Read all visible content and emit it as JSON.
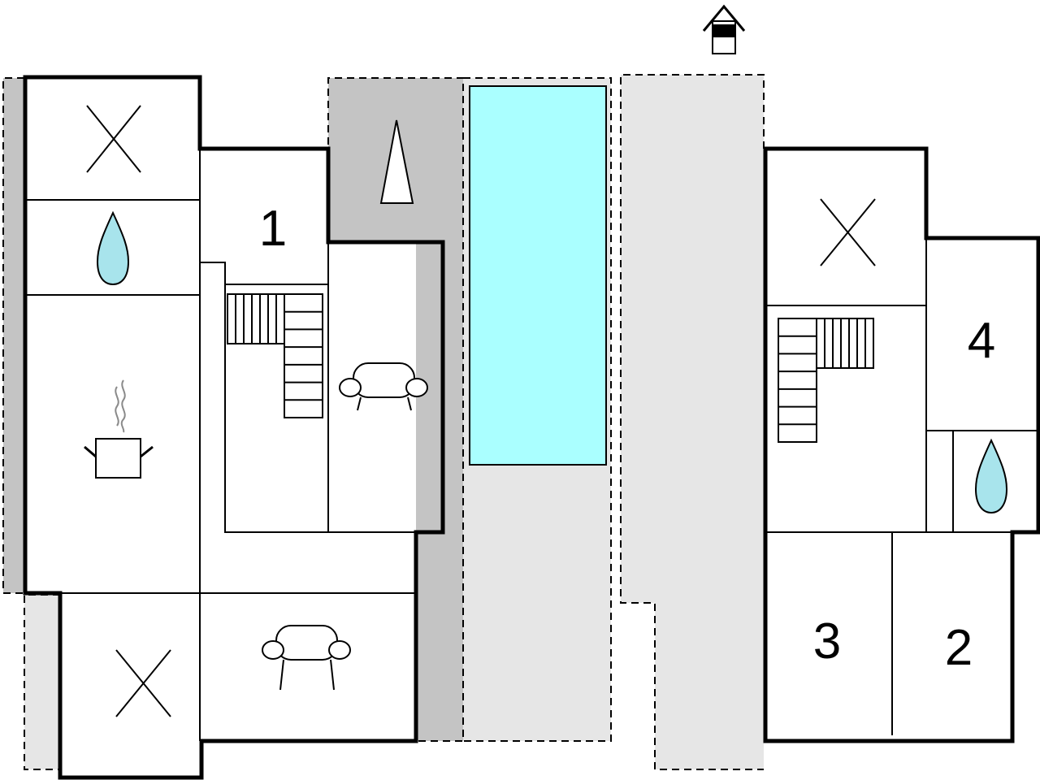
{
  "colors": {
    "terrace": "#e6e6e6",
    "covered_terrace": "#c4c4c4",
    "pool": "#aaffff",
    "water_drop": "#a8e4ec",
    "line": "#000000"
  },
  "rooms": {
    "bedroom_1": "1",
    "bedroom_2": "2",
    "bedroom_3": "3",
    "bedroom_4": "4"
  },
  "icons": [
    "entrance-icon",
    "toilet-icon",
    "bathroom-icon",
    "kitchen-icon",
    "living-room-icon",
    "staircase-icon",
    "parasol-icon",
    "swimming-pool"
  ]
}
